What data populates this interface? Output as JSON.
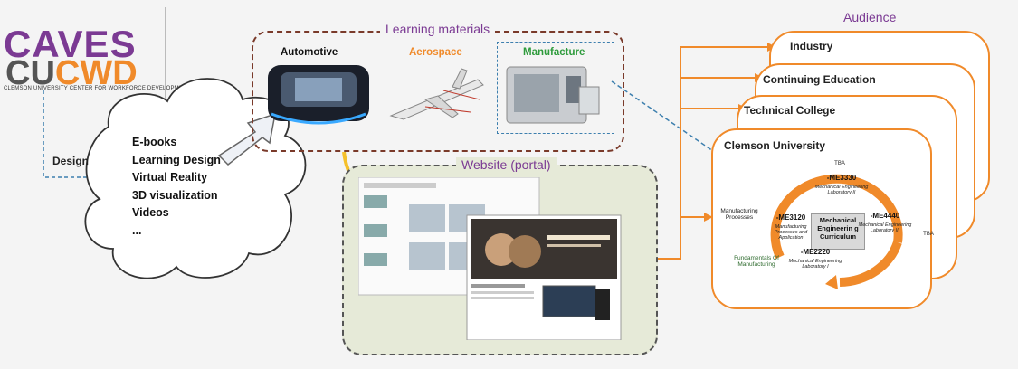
{
  "logo": {
    "line1": "CAVES",
    "line2_cu": "CU",
    "line2_cwd": "CWD",
    "subtitle": "CLEMSON UNIVERSITY CENTER FOR WORKFORCE DEVELOPMENT"
  },
  "design_label": "Design",
  "cloud_items": [
    "E-books",
    "Learning Design",
    "Virtual Reality",
    "3D visualization",
    "Videos",
    "..."
  ],
  "learning_materials": {
    "title": "Learning materials",
    "categories": [
      "Automotive",
      "Aerospace",
      "Manufacture"
    ]
  },
  "website": {
    "title": "Website (portal)"
  },
  "audience": {
    "title": "Audience",
    "cards": [
      "Industry",
      "Continuing Education",
      "Technical College",
      "Clemson University"
    ]
  },
  "curriculum": {
    "center": "Mechanical Engineerin g Curriculum",
    "courses": [
      {
        "code": "-ME3330",
        "desc": "Mechanical Engineering Laboratory II"
      },
      {
        "code": "-ME4440",
        "desc": "Mechanical Engineering Laboratory III"
      },
      {
        "code": "-ME2220",
        "desc": "Mechanical Engineering Laboratory I"
      },
      {
        "code": "-ME3120",
        "desc": "Manufacturing Processes and Application"
      }
    ],
    "side_labels": [
      "Manufacturing Processes",
      "Fundamentals Of Manufacturing",
      "TBA",
      "TBA"
    ]
  },
  "colors": {
    "accent_orange": "#f08a2a",
    "purple": "#7b3a93",
    "green": "#2e9b3c",
    "blue_dash": "#3d7fae"
  }
}
